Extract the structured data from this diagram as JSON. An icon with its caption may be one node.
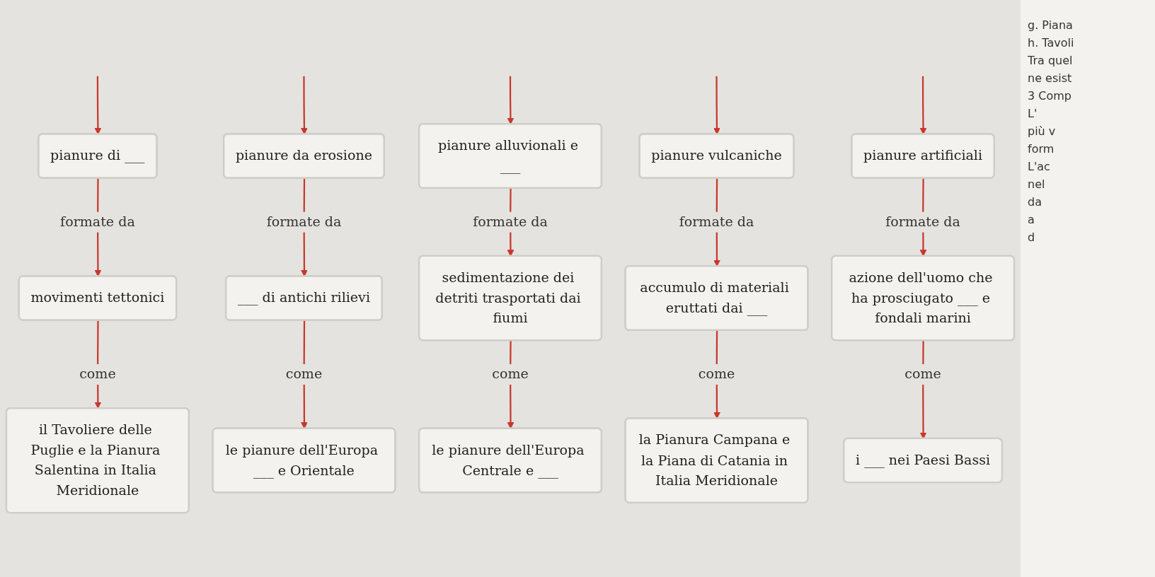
{
  "diagram": {
    "nodes": [
      {
        "text": [
          "pianure di ___"
        ]
      },
      {
        "text": [
          "pianure da erosione"
        ]
      },
      {
        "text": [
          "pianure alluvionali e ___"
        ]
      },
      {
        "text": [
          "pianure vulcaniche"
        ]
      },
      {
        "text": [
          "pianure artificiali"
        ]
      },
      {
        "text": [
          "movimenti tettonici"
        ]
      },
      {
        "text": [
          "___ di antichi rilievi"
        ]
      },
      {
        "text": [
          "sedimentazione dei detriti trasportati dai fiumi"
        ]
      },
      {
        "text": [
          "accumulo di materiali eruttati dai ___"
        ]
      },
      {
        "text": [
          "azione dell'uomo che ha prosciugato ___ e fondali marini"
        ]
      },
      {
        "text": [
          "il Tavoliere delle Puglie e la Pianura Salentina in Italia Meridionale"
        ]
      },
      {
        "text": [
          "le pianure dell'Europa ___ e Orientale"
        ]
      },
      {
        "text": [
          "le pianure dell'Europa Centrale e ___"
        ]
      },
      {
        "text": [
          "la Pianura Campana e la Piana di Catania in Italia Meridionale"
        ]
      },
      {
        "text": [
          "i ___ nei Paesi Bassi"
        ]
      }
    ],
    "edges": [
      {
        "from": null,
        "to": 0,
        "arrow": "to"
      },
      {
        "from": null,
        "to": 1,
        "arrow": "to"
      },
      {
        "from": null,
        "to": 2,
        "arrow": "to"
      },
      {
        "from": null,
        "to": 3,
        "arrow": "to"
      },
      {
        "from": null,
        "to": 4,
        "arrow": "to"
      },
      {
        "from": 0,
        "to": 5,
        "arrow": "to",
        "label": "formate da"
      },
      {
        "from": 1,
        "to": 6,
        "arrow": "to",
        "label": "formate da"
      },
      {
        "from": 2,
        "to": 7,
        "arrow": "to",
        "label": "formate da"
      },
      {
        "from": 3,
        "to": 8,
        "arrow": "to",
        "label": "formate da"
      },
      {
        "from": 4,
        "to": 9,
        "arrow": "to",
        "label": "formate da"
      },
      {
        "from": 5,
        "to": 10,
        "arrow": "to",
        "label": "come"
      },
      {
        "from": 6,
        "to": 11,
        "arrow": "to",
        "label": "come"
      },
      {
        "from": 7,
        "to": 12,
        "arrow": "to",
        "label": "come"
      },
      {
        "from": 8,
        "to": 13,
        "arrow": "to",
        "label": "come"
      },
      {
        "from": 9,
        "to": 14,
        "arrow": "to",
        "label": "come"
      }
    ],
    "labels": [
      "g. Piana",
      "h. Tavoli",
      "Tra quel",
      "ne esist",
      "3 Comp",
      "L'",
      "più v",
      "form",
      "L'ac",
      "nel",
      "da",
      "a",
      "d"
    ]
  }
}
